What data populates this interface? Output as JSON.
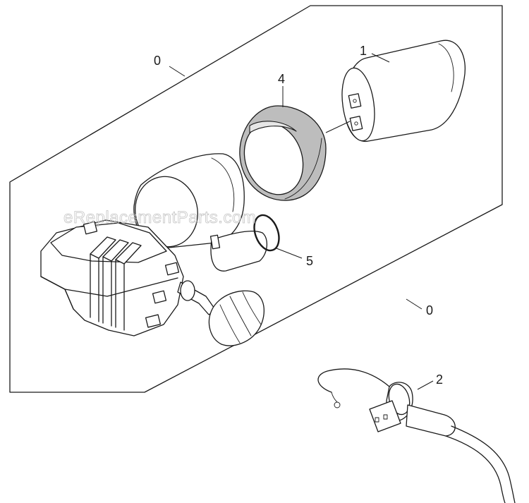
{
  "watermark": "eReplacementParts.com",
  "callouts": {
    "assembly_top": "0",
    "assembly_right": "0",
    "capacitor": "1",
    "power_cord": "2",
    "capacitor_ring": "4",
    "o_ring": "5"
  },
  "colors": {
    "line": "#1a1a1a",
    "ring_fill": "#bdbdbd",
    "watermark": "#c4c4c4",
    "background": "#ffffff"
  }
}
